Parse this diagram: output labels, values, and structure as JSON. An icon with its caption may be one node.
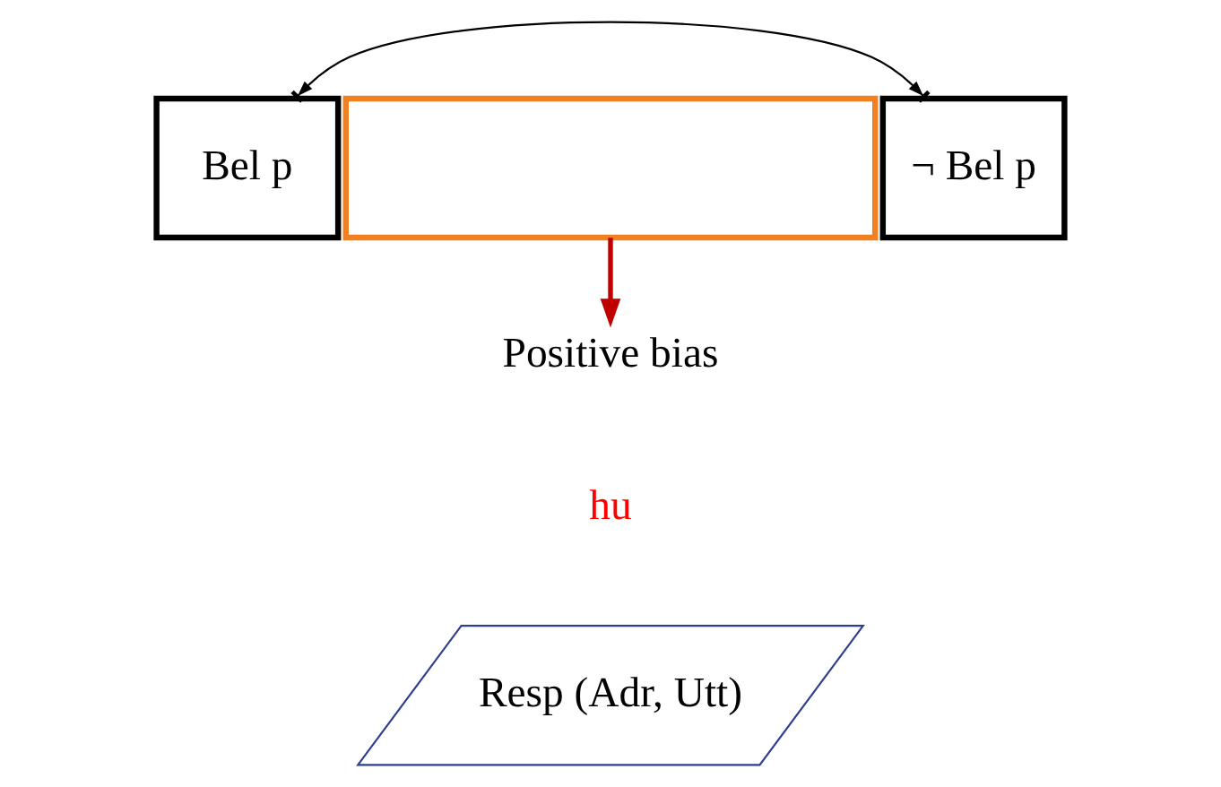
{
  "diagram": {
    "nodes": [
      {
        "text": [
          "Bel p"
        ]
      },
      {
        "text": [],
        "shape": "box"
      },
      {
        "text": [
          "¬ Bel p"
        ]
      },
      {
        "text": [
          "Positive bias"
        ]
      },
      {
        "text": [
          "Resp (Adr, Utt)"
        ]
      }
    ],
    "edges": [
      {
        "from": 0,
        "to": 2,
        "arrow": "both"
      },
      {
        "from": 1,
        "to": 3,
        "arrow": "to",
        "style": "thick",
        "color": "#c00000"
      }
    ],
    "labels": [
      "hu"
    ]
  }
}
